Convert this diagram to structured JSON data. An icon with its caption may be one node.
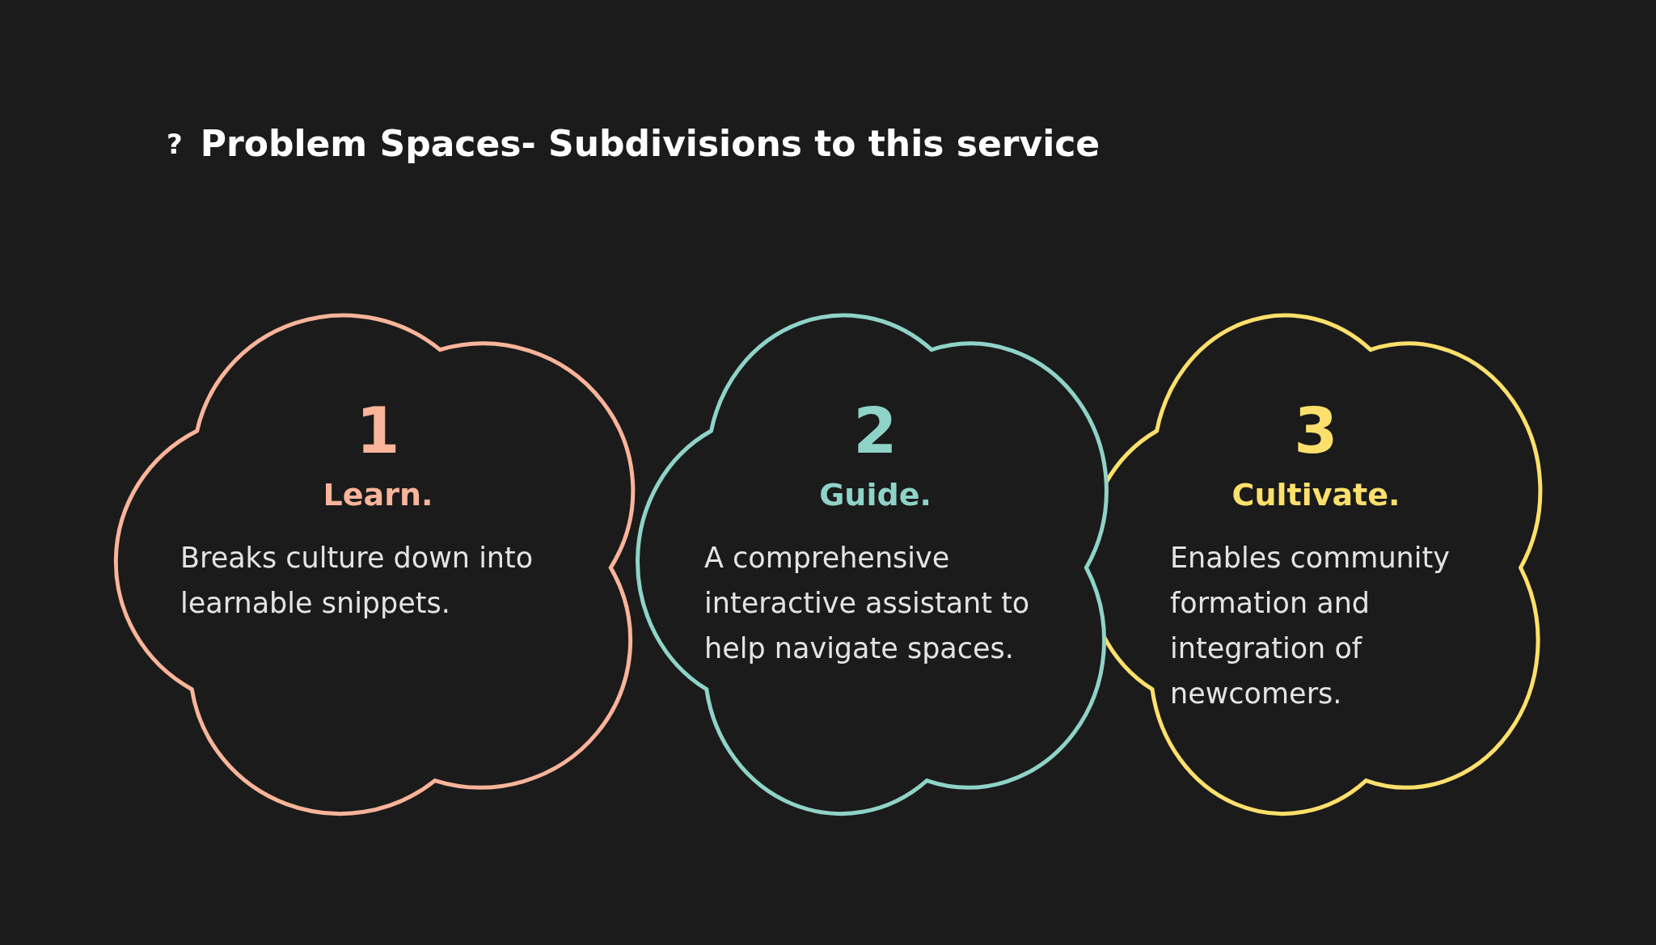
{
  "diagram": {
    "title": "Problem Spaces- Subdivisions to this service",
    "nodes": [
      {
        "text": [
          "1",
          "Learn.",
          "Breaks culture down into learnable snippets."
        ]
      },
      {
        "text": [
          "2",
          "Guide.",
          "A comprehensive interactive assistant to help navigate spaces."
        ]
      },
      {
        "text": [
          "3",
          "Cultivate.",
          "Enables community formation and integration of newcomers."
        ]
      }
    ],
    "labels": [
      "?"
    ]
  }
}
